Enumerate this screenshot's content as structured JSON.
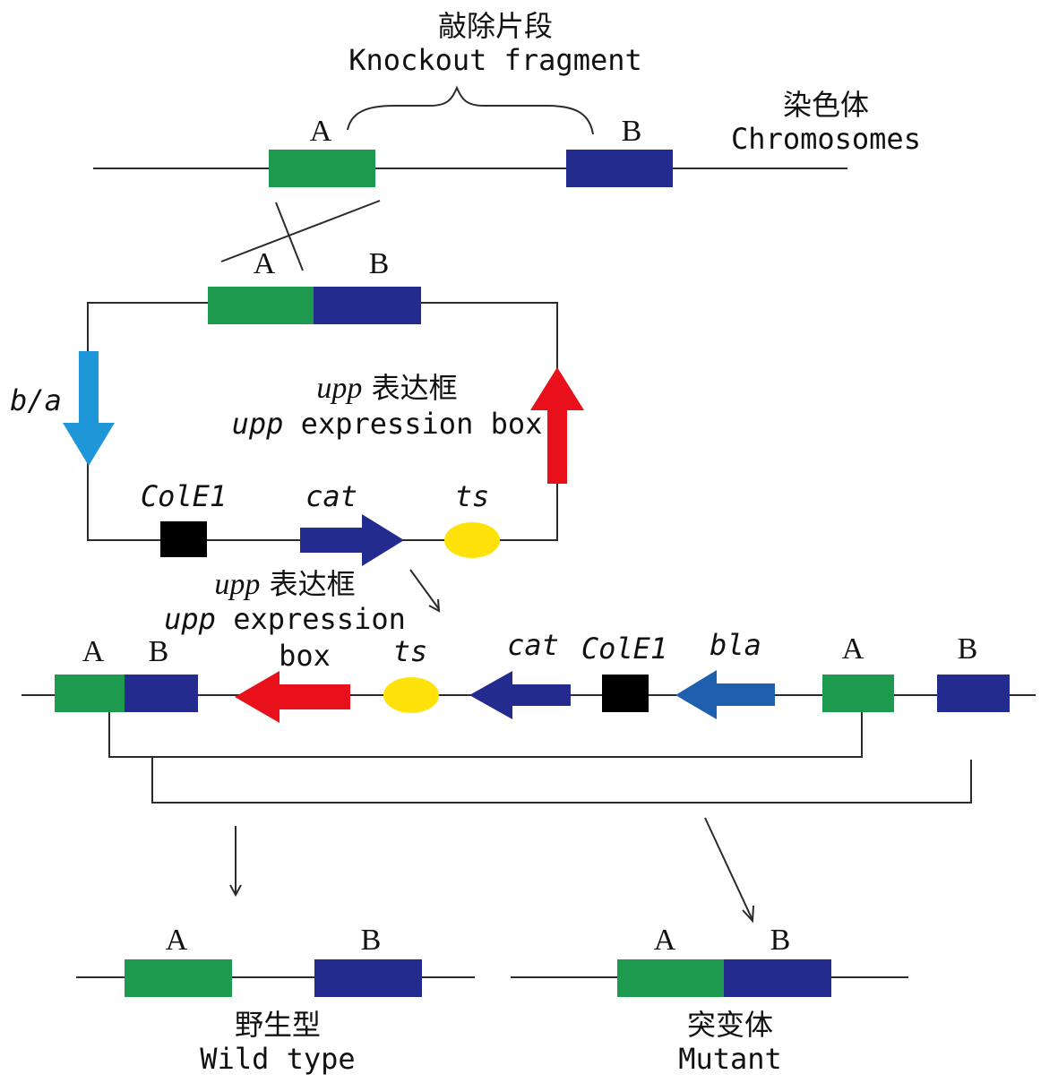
{
  "labels": {
    "knockout_cn": "敲除片段",
    "knockout_en": "Knockout fragment",
    "chromosome_cn": "染色体",
    "chromosome_en": "Chromosomes",
    "A": "A",
    "B": "B",
    "ba": "b/a",
    "upp_cn_italic": "upp",
    "upp_cn_suffix": " 表达框",
    "upp_expression_box": "upp",
    "expression_box_suffix": " expression box",
    "expression_suffix": " expression",
    "box": "box",
    "cole1": "ColE1",
    "cat": "cat",
    "ts": "ts",
    "bla": "bla",
    "wild_cn": "野生型",
    "wild_en": "Wild type",
    "mutant_cn": "突变体",
    "mutant_en": "Mutant"
  },
  "colors": {
    "green": "#1e9a4f",
    "blue": "#232b8f",
    "red": "#e8101b",
    "light_blue": "#1f96d8",
    "yellow": "#ffe20a",
    "black": "#000000",
    "line": "#2b2b2b"
  }
}
